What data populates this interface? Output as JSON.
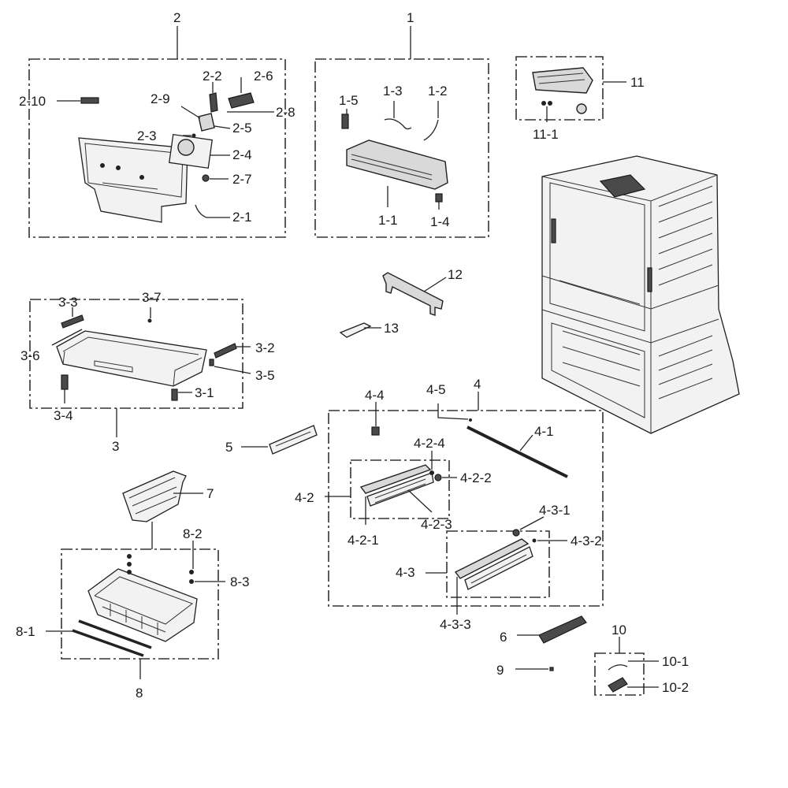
{
  "labels": {
    "g2": "2",
    "g2_10": "2-10",
    "g2_2": "2-2",
    "g2_6": "2-6",
    "g2_9": "2-9",
    "g2_8": "2-8",
    "g2_3": "2-3",
    "g2_5": "2-5",
    "g2_4": "2-4",
    "g2_7": "2-7",
    "g2_1": "2-1",
    "g1": "1",
    "g1_5": "1-5",
    "g1_3": "1-3",
    "g1_2": "1-2",
    "g1_1": "1-1",
    "g1_4": "1-4",
    "g11": "11",
    "g11_1": "11-1",
    "g12": "12",
    "g13": "13",
    "g3_3": "3-3",
    "g3_7": "3-7",
    "g3_6": "3-6",
    "g3_2": "3-2",
    "g3_5": "3-5",
    "g3_1": "3-1",
    "g3_4": "3-4",
    "g3": "3",
    "g5": "5",
    "g4_4": "4-4",
    "g4_5": "4-5",
    "g4": "4",
    "g4_1": "4-1",
    "g4_2_4": "4-2-4",
    "g4_2_2": "4-2-2",
    "g4_2": "4-2",
    "g4_2_3": "4-2-3",
    "g4_2_1": "4-2-1",
    "g4_3_1": "4-3-1",
    "g4_3_2": "4-3-2",
    "g4_3": "4-3",
    "g4_3_3": "4-3-3",
    "g7": "7",
    "g8_2": "8-2",
    "g8_3": "8-3",
    "g8_1": "8-1",
    "g8": "8",
    "g6": "6",
    "g10": "10",
    "g10_1": "10-1",
    "g10_2": "10-2",
    "g9": "9"
  },
  "colors": {
    "line": "#222222",
    "part_fill": "#d9d9d9",
    "part_dark": "#4a4a4a",
    "background": "#ffffff"
  }
}
